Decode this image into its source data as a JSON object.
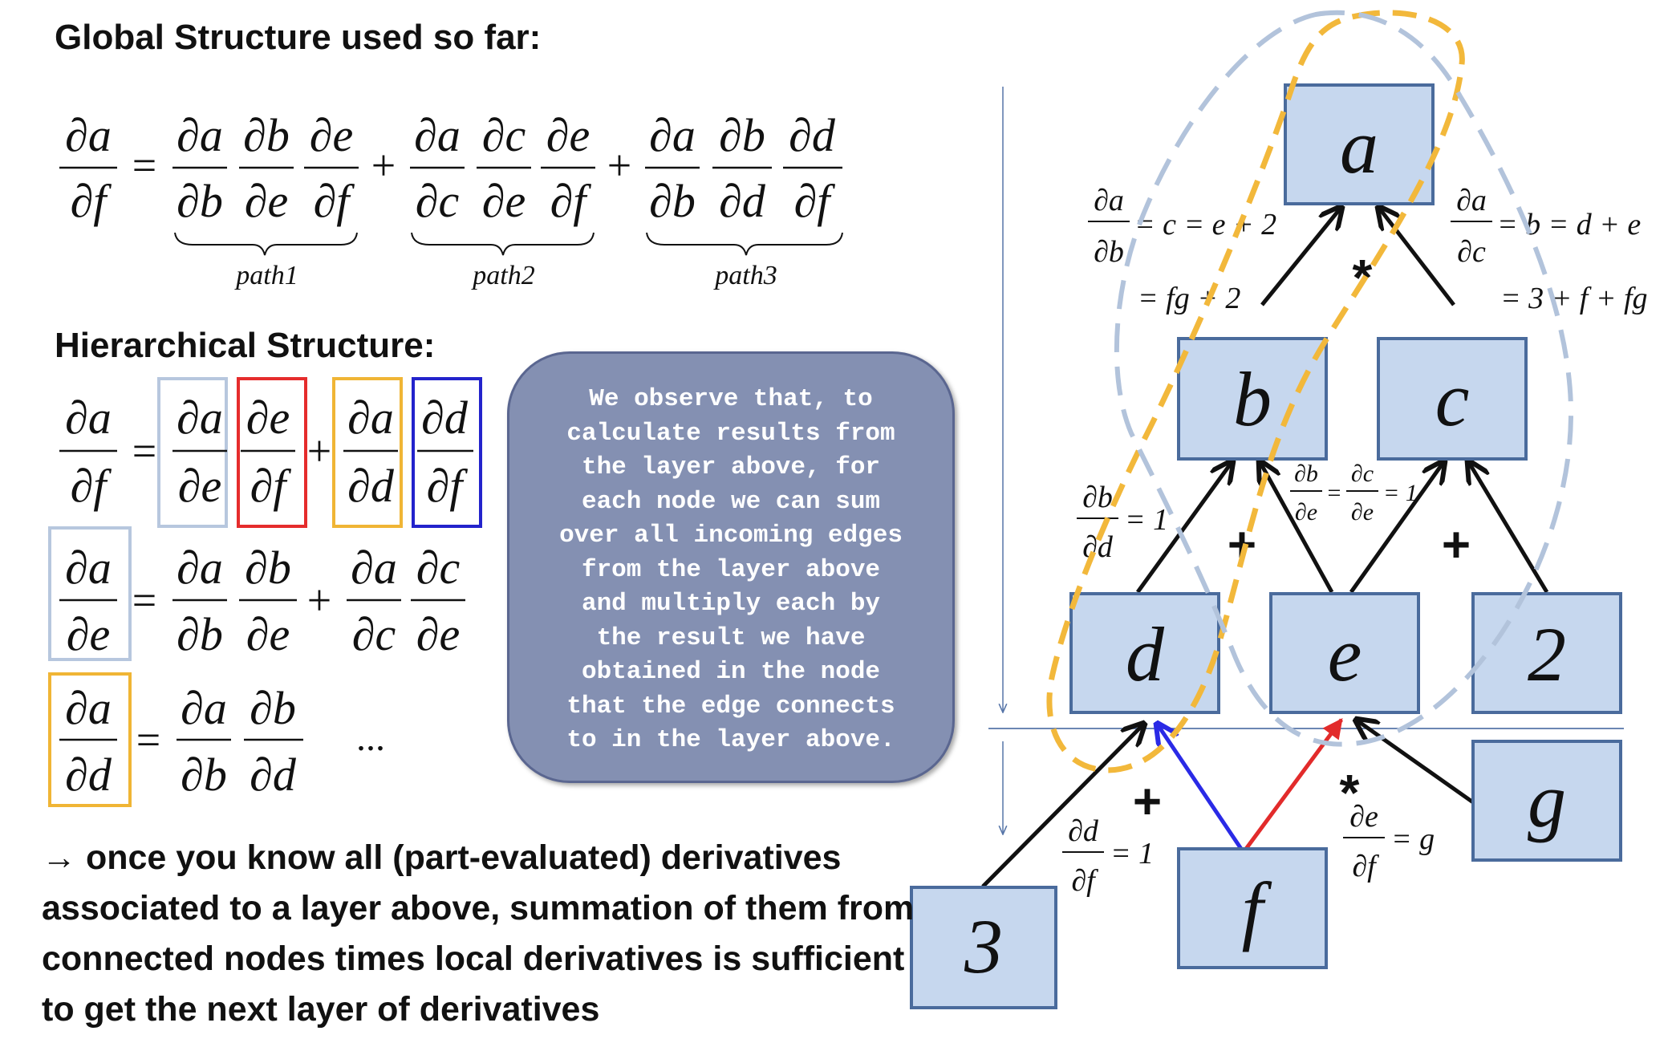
{
  "headings": {
    "global": "Global Structure used so far:",
    "hierarchical": "Hierarchical Structure:"
  },
  "global_formula": {
    "lhs": {
      "num": "∂a",
      "den": "∂f"
    },
    "equals": "=",
    "plus": "+",
    "paths": [
      {
        "label": "path1",
        "terms": [
          {
            "num": "∂a",
            "den": "∂b"
          },
          {
            "num": "∂b",
            "den": "∂e"
          },
          {
            "num": "∂e",
            "den": "∂f"
          }
        ]
      },
      {
        "label": "path2",
        "terms": [
          {
            "num": "∂a",
            "den": "∂c"
          },
          {
            "num": "∂c",
            "den": "∂e"
          },
          {
            "num": "∂e",
            "den": "∂f"
          }
        ]
      },
      {
        "label": "path3",
        "terms": [
          {
            "num": "∂a",
            "den": "∂b"
          },
          {
            "num": "∂b",
            "den": "∂d"
          },
          {
            "num": "∂d",
            "den": "∂f"
          }
        ]
      }
    ]
  },
  "hierarchical_formulas": [
    {
      "lhs": {
        "num": "∂a",
        "den": "∂f"
      },
      "rhs": [
        {
          "num": "∂a",
          "den": "∂e"
        },
        {
          "num": "∂e",
          "den": "∂f"
        },
        {
          "num": "∂a",
          "den": "∂d"
        },
        {
          "num": "∂d",
          "den": "∂f"
        }
      ]
    },
    {
      "lhs": {
        "num": "∂a",
        "den": "∂e"
      },
      "rhs": [
        {
          "num": "∂a",
          "den": "∂b"
        },
        {
          "num": "∂b",
          "den": "∂e"
        },
        {
          "num": "∂a",
          "den": "∂c"
        },
        {
          "num": "∂c",
          "den": "∂e"
        }
      ]
    },
    {
      "lhs": {
        "num": "∂a",
        "den": "∂d"
      },
      "rhs": [
        {
          "num": "∂a",
          "den": "∂b"
        },
        {
          "num": "∂b",
          "den": "∂d"
        }
      ],
      "ellipsis": "..."
    }
  ],
  "callout_text": "We observe that, to\ncalculate results from\nthe layer above, for\neach node we can sum\nover all incoming edges\nfrom the layer above\nand multiply each by\nthe result we have\nobtained in the node\nthat the edge connects\nto in the layer above.",
  "conclusion": "→ once you know all (part-evaluated) derivatives associated to a layer above, summation of them from connected nodes times local derivatives is sufficient to get the next layer of derivatives",
  "graph": {
    "nodes": {
      "a": "a",
      "b": "b",
      "c": "c",
      "d": "d",
      "e": "e",
      "two": "2",
      "three": "3",
      "f": "f",
      "g": "g"
    },
    "operators": {
      "mult_top": "*",
      "plus_left": "+",
      "plus_right": "+",
      "plus_bottom": "+",
      "mult_bottom": "*"
    },
    "annotations": {
      "da_db": {
        "num": "∂a",
        "den": "∂b",
        "rhs": "= c = e + 2",
        "rhs2": "= fg + 2"
      },
      "da_dc": {
        "num": "∂a",
        "den": "∂c",
        "rhs": "= b = d + e",
        "rhs2": "= 3 + f + fg"
      },
      "db_dd": {
        "num": "∂b",
        "den": "∂d",
        "rhs": "= 1"
      },
      "db_de": {
        "num": "∂b",
        "den": "∂e",
        "eq": "=",
        "num2": "∂c",
        "den2": "∂e",
        "rhs": "= 1"
      },
      "dd_df": {
        "num": "∂d",
        "den": "∂f",
        "rhs": "= 1"
      },
      "de_df": {
        "num": "∂e",
        "den": "∂f",
        "rhs": "= g"
      }
    }
  },
  "colors": {
    "node_fill": "#c6d7ee",
    "node_stroke": "#4a6b9c",
    "box_light_blue": "#b7c7de",
    "box_red": "#e52c2c",
    "box_orange": "#f0b535",
    "box_blue": "#2323cc",
    "dashed_orange": "#f2b83b",
    "dashed_blue": "#b2c3db",
    "edge_blue": "#2a2ae6",
    "edge_red": "#e22b2b",
    "divider": "#5675a8"
  }
}
